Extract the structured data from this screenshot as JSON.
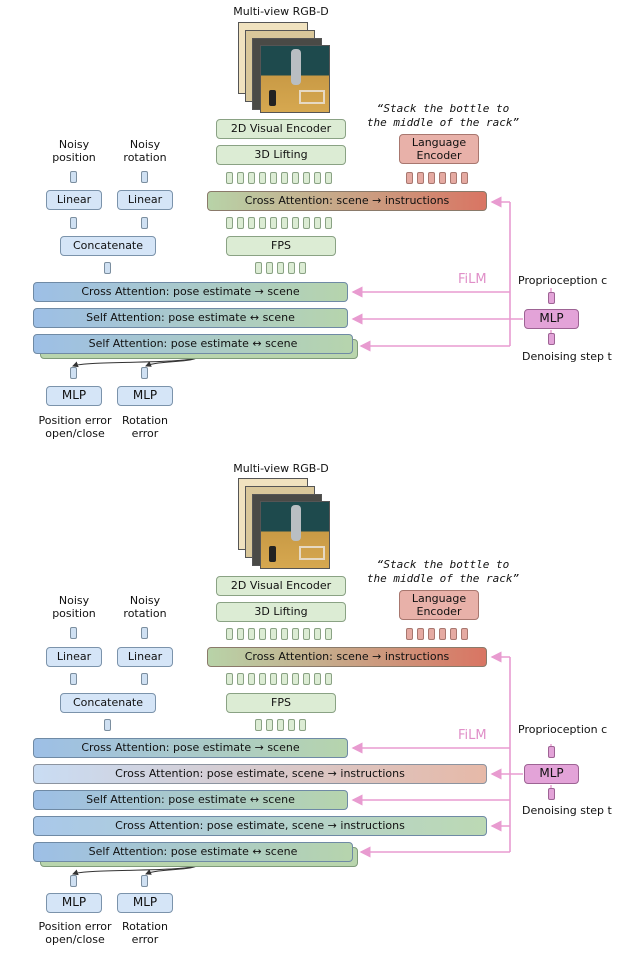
{
  "top": {
    "rgbd_title": "Multi-view RGB-D",
    "enc2d": "2D Visual Encoder",
    "lift3d": "3D Lifting",
    "instruction": "“Stack the bottle to\nthe middle of the rack”",
    "lang_enc": "Language\nEncoder",
    "noisy_pos": "Noisy\nposition",
    "noisy_rot": "Noisy\nrotation",
    "linear1": "Linear",
    "linear2": "Linear",
    "cross_instr": "Cross Attention: scene → instructions",
    "concat": "Concatenate",
    "fps": "FPS",
    "film": "FiLM",
    "proprio": "Proprioception c",
    "mlp_cond": "MLP",
    "denoise": "Denoising step t",
    "layer1": "Cross Attention: pose estimate → scene",
    "layer2": "Self Attention: pose estimate ↔ scene",
    "layer3": "Self Attention: pose estimate ↔ scene",
    "mlp_pos": "MLP",
    "mlp_rot": "MLP",
    "out_pos": "Position error\nopen/close",
    "out_rot": "Rotation\nerror"
  },
  "bottom": {
    "rgbd_title": "Multi-view RGB-D",
    "enc2d": "2D Visual Encoder",
    "lift3d": "3D Lifting",
    "instruction": "“Stack the bottle to\nthe middle of the rack”",
    "lang_enc": "Language\nEncoder",
    "noisy_pos": "Noisy\nposition",
    "noisy_rot": "Noisy\nrotation",
    "linear1": "Linear",
    "linear2": "Linear",
    "cross_instr": "Cross Attention: scene → instructions",
    "concat": "Concatenate",
    "fps": "FPS",
    "film": "FiLM",
    "proprio": "Proprioception c",
    "mlp_cond": "MLP",
    "denoise": "Denoising step t",
    "layer1": "Cross Attention: pose estimate → scene",
    "layer2": "Cross Attention: pose estimate, scene → instructions",
    "layer3": "Self Attention: pose estimate ↔ scene",
    "layer4": "Cross Attention: pose estimate, scene → instructions",
    "layer5": "Self Attention: pose estimate ↔ scene",
    "mlp_pos": "MLP",
    "mlp_rot": "MLP",
    "out_pos": "Position error\nopen/close",
    "out_rot": "Rotation\nerror"
  },
  "colors": {
    "film_arrow": "#e89bd0",
    "token_blue": "#cfe0f2",
    "token_green": "#dcecd4",
    "token_red": "#e5aaa2",
    "mlp_pink": "#e3a3d8"
  }
}
